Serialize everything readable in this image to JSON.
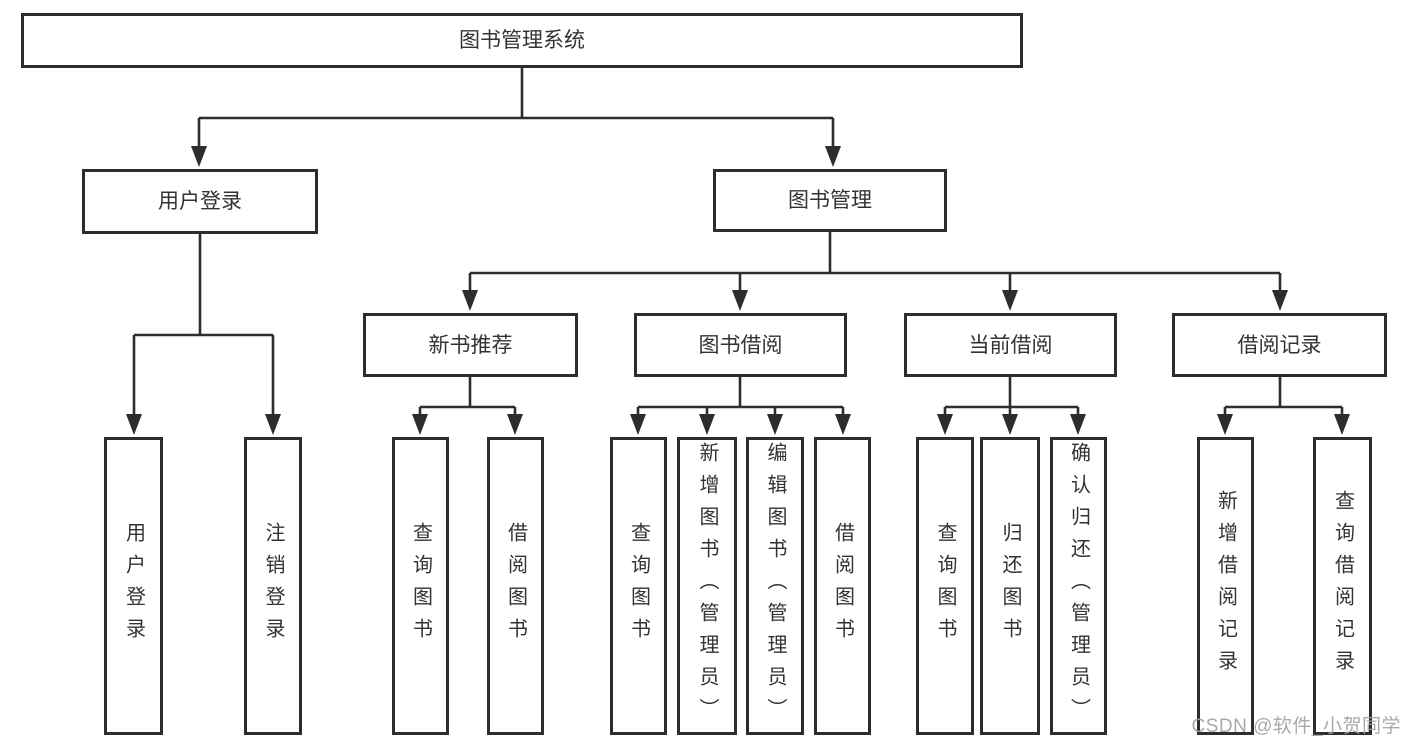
{
  "tree": {
    "root": {
      "label": "图书管理系统"
    },
    "children": [
      {
        "label": "用户登录",
        "children": [
          {
            "label": "用户登录"
          },
          {
            "label": "注销登录"
          }
        ]
      },
      {
        "label": "图书管理",
        "children": [
          {
            "label": "新书推荐",
            "children": [
              {
                "label": "查询图书"
              },
              {
                "label": "借阅图书"
              }
            ]
          },
          {
            "label": "图书借阅",
            "children": [
              {
                "label": "查询图书"
              },
              {
                "label": "新增图书（管理员）"
              },
              {
                "label": "编辑图书（管理员）"
              },
              {
                "label": "借阅图书"
              }
            ]
          },
          {
            "label": "当前借阅",
            "children": [
              {
                "label": "查询图书"
              },
              {
                "label": "归还图书"
              },
              {
                "label": "确认归还（管理员）"
              }
            ]
          },
          {
            "label": "借阅记录",
            "children": [
              {
                "label": "新增借阅记录"
              },
              {
                "label": "查询借阅记录"
              }
            ]
          }
        ]
      }
    ]
  },
  "watermark": {
    "text": "CSDN @软件_小贺同学"
  },
  "colors": {
    "line": "#2d2d2d",
    "border": "#2d2d2d",
    "text": "#333333",
    "background": "#ffffff",
    "watermark": "#a0a0a0"
  }
}
